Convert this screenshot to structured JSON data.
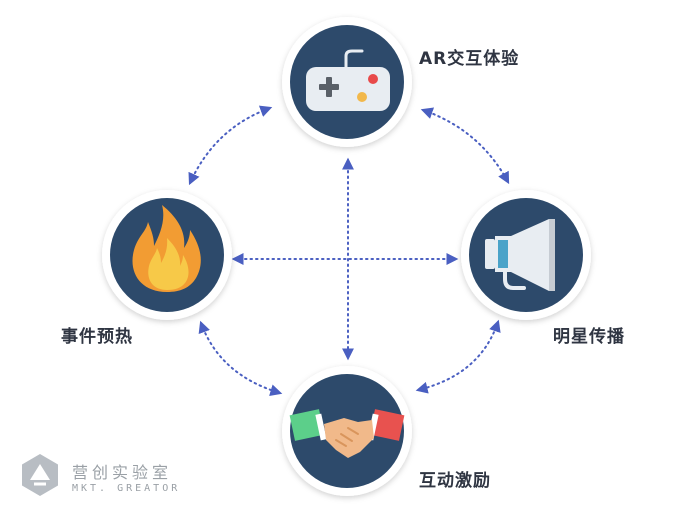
{
  "nodes": {
    "ar": {
      "label": "AR交互体验",
      "icon": "gamepad-icon"
    },
    "event": {
      "label": "事件预热",
      "icon": "flame-icon"
    },
    "star": {
      "label": "明星传播",
      "icon": "megaphone-icon"
    },
    "interact": {
      "label": "互动激励",
      "icon": "handshake-icon"
    }
  },
  "watermark": {
    "name": "营创实验室",
    "subtitle": "MKT. GREATOR",
    "icon": "logo-icon"
  },
  "colors": {
    "circle_fill": "#2d4a6b",
    "circle_ring": "#ffffff",
    "arrow": "#4a5fc1",
    "label": "#2f3542",
    "watermark": "#9aa0a6"
  }
}
